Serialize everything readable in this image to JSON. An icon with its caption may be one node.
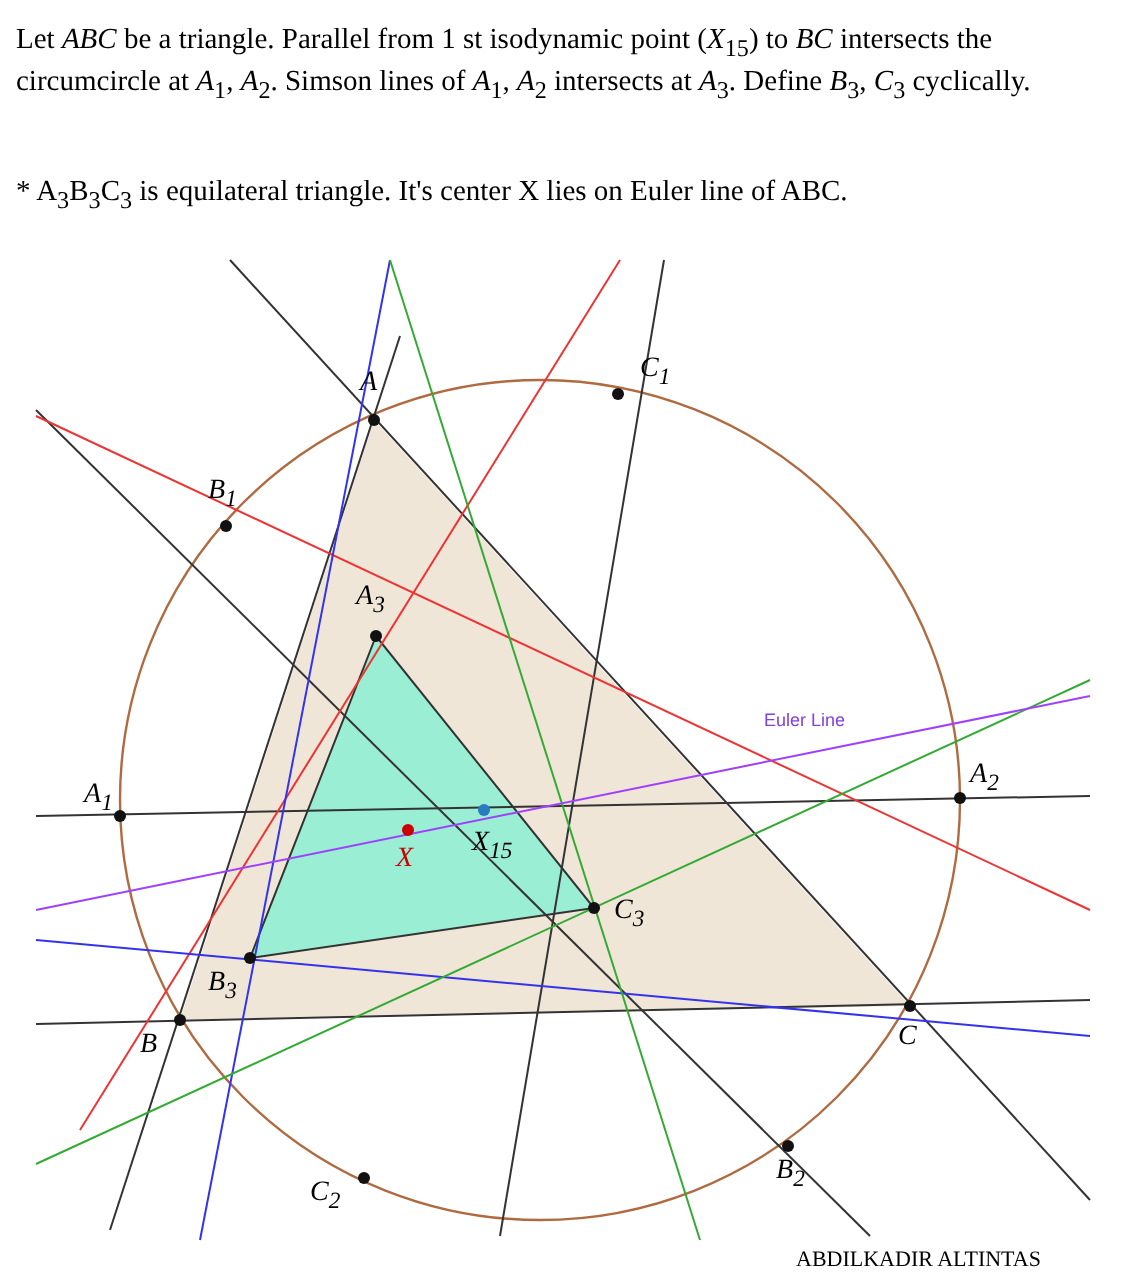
{
  "diagram": {
    "labels": [
      "Let *ABC* be a triangle. Parallel from 1 st isodynamic  point (*X*$_{15}$) to *BC* intersects the circumcircle at *A*$_{1}$, *A*$_{2}$. Simson lines of *A*$_{1}$, *A*$_{2}$ intersects at *A*$_{3}$. Define *B*$_{3}$, *C*$_{3}$ cyclically.",
      "* A$_{3}$B$_{3}$C$_{3}$ is equilateral triangle. It's center X lies on Euler line of ABC.",
      "A",
      "C$_{1}$",
      "B$_{1}$",
      "A$_{3}$",
      "Euler Line",
      "A$_{1}$",
      "A$_{2}$",
      "X",
      "X$_{15}$",
      "C$_{3}$",
      "B$_{3}$",
      "B",
      "C",
      "C$_{2}$",
      "B$_{2}$",
      "ABDILKADIR ALTINTAS"
    ]
  }
}
